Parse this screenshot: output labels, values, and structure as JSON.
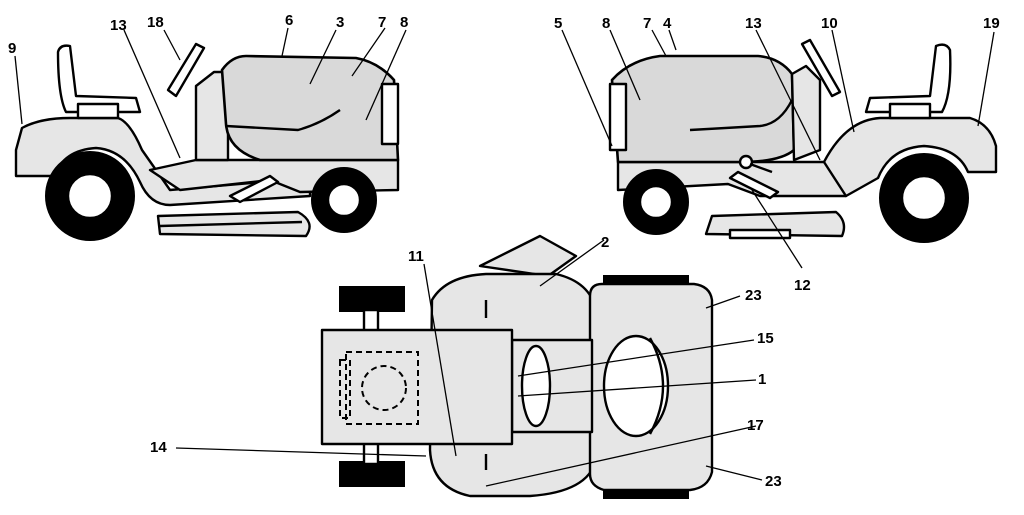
{
  "colors": {
    "ink": "#000000",
    "body_fill": "#d9d9d9",
    "paper": "#ffffff"
  },
  "callouts": {
    "left_view": {
      "c9": "9",
      "c13": "13",
      "c18": "18",
      "c6": "6",
      "c3": "3",
      "c7": "7",
      "c8": "8"
    },
    "right_view": {
      "c5": "5",
      "c8": "8",
      "c7": "7",
      "c4": "4",
      "c13": "13",
      "c10": "10",
      "c19": "19",
      "c12": "12"
    },
    "top_view": {
      "c11": "11",
      "c2": "2",
      "c23a": "23",
      "c15": "15",
      "c1": "1",
      "c14": "14",
      "c17": "17",
      "c23b": "23"
    }
  }
}
